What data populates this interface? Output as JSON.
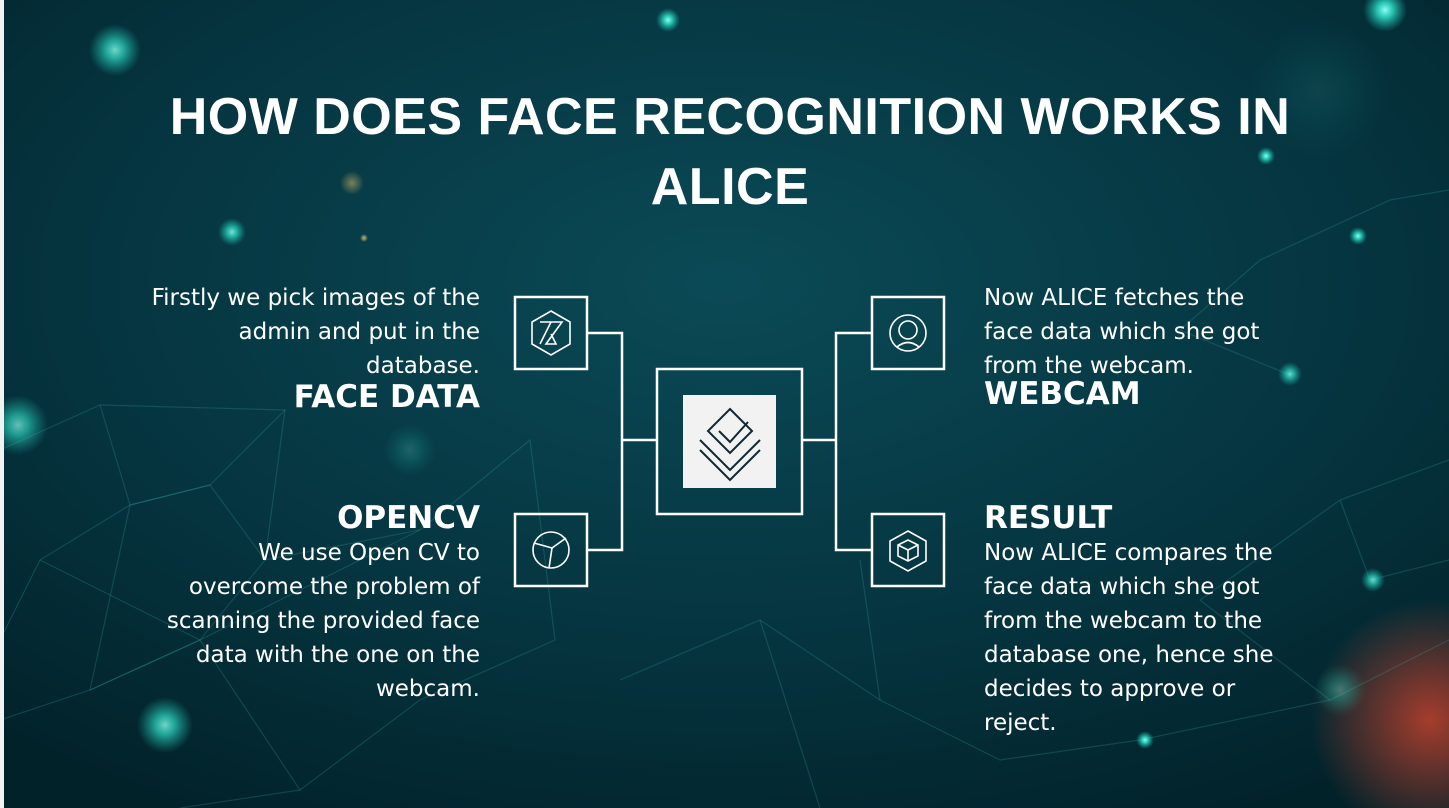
{
  "title": "HOW DOES FACE RECOGNITION WORKS IN ALICE",
  "nodes": {
    "face_data": {
      "heading": "FACE DATA",
      "description": "Firstly we pick images of the admin and put in the database.",
      "icon": "hourglass-hexagon-icon"
    },
    "opencv": {
      "heading": "OPENCV",
      "description": "We use Open CV to overcome the problem of scanning the provided face data with the one on the webcam.",
      "icon": "aperture-icon"
    },
    "webcam": {
      "heading": "WEBCAM",
      "description": "Now ALICE fetches the face data which she got from the webcam.",
      "icon": "person-circle-icon"
    },
    "result": {
      "heading": "RESULT",
      "description": "Now ALICE compares the face data which she got from the webcam to the database one, hence she decides to approve or reject.",
      "icon": "cube-hexagon-icon"
    },
    "center": {
      "icon": "layered-diamonds-icon"
    }
  },
  "colors": {
    "background": "#05323d",
    "accent_glow": "#3ff0d8",
    "line": "#ffffff",
    "text": "#ffffff"
  }
}
